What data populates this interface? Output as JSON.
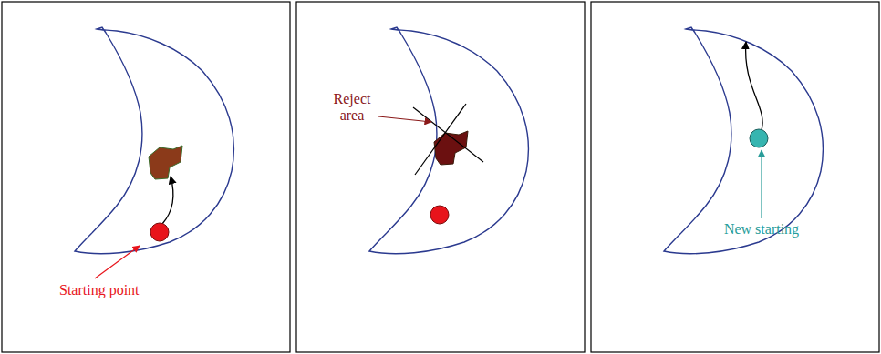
{
  "diagram": {
    "labels": [
      "Starting point",
      "Reject area",
      "New starting"
    ]
  }
}
